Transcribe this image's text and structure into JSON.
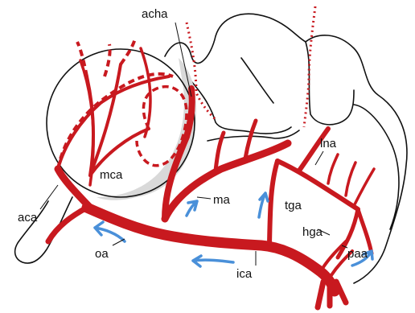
{
  "colors": {
    "artery": "#c8191f",
    "flow_arrow": "#4a90d9",
    "outline": "#111111",
    "stipple": "#444444",
    "background": "#ffffff"
  },
  "labels": {
    "acha": "acha",
    "lna": "lna",
    "mca": "mca",
    "aca": "aca",
    "ma": "ma",
    "tga": "tga",
    "hga": "hga",
    "oa": "oa",
    "ica": "ica",
    "paa": "paa"
  }
}
